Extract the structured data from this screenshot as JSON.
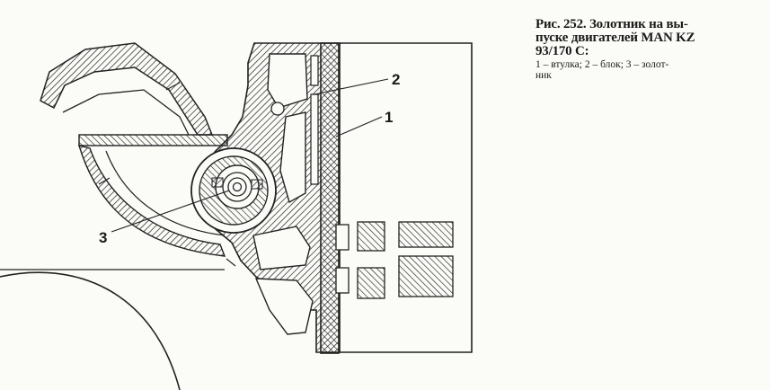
{
  "figure": {
    "callouts": {
      "one": "1",
      "two": "2",
      "three": "3"
    }
  },
  "caption": {
    "title_lines": [
      "Рис. 252. Золотник на вы-",
      "пуске двигателей MAN KZ",
      "93/170 C:"
    ],
    "legend_lines": [
      "1 – втулка; 2 – блок; 3 – золот-",
      "ник"
    ]
  }
}
